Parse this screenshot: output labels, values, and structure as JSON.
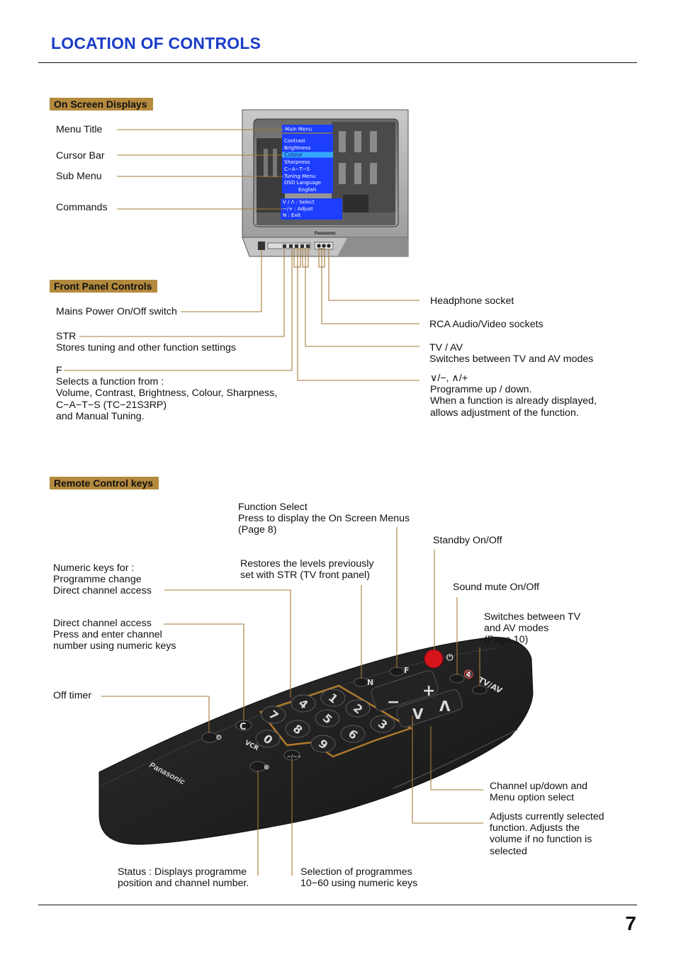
{
  "page_title": "LOCATION OF CONTROLS",
  "page_number": "7",
  "sections": {
    "osd": "On Screen Displays",
    "front": "Front Panel Controls",
    "remote": "Remote Control keys"
  },
  "osd_labels": {
    "menu_title": "Menu Title",
    "cursor_bar": "Cursor Bar",
    "sub_menu": "Sub Menu",
    "commands": "Commands"
  },
  "tv_screen": {
    "menu_title": "Main Menu",
    "items": [
      "Contrast",
      "Brightness",
      "Colour",
      "Sharpness",
      "C−A−T−S",
      "Tuning Menu",
      "OSD Language",
      "English"
    ],
    "commands": [
      "V / Λ :  Select",
      "−/+  :  Adjust",
      "N    :  Exit"
    ],
    "brand": "Panasonic"
  },
  "front_labels": {
    "mains": "Mains Power On/Off switch",
    "str": "STR\nStores tuning and other function settings",
    "f": "F\nSelects a function from :\nVolume, Contrast, Brightness, Colour, Sharpness,\nC−A−T−S (TC−21S3RP)\nand Manual Tuning.",
    "headphone": "Headphone socket",
    "rca": "RCA Audio/Video sockets",
    "tvav": "TV / AV\nSwitches between TV and AV modes",
    "prog": "∨/−, ∧/+\nProgramme up / down.\nWhen a function is already displayed,\nallows adjustment of the function."
  },
  "remote_labels": {
    "function_select": "Function Select\nPress to display the On Screen Menus\n(Page 8)",
    "standby": "Standby On/Off",
    "restores": "Restores the levels previously\nset with STR (TV front panel)",
    "numeric": "Numeric keys for :\nProgramme change\nDirect channel access",
    "sound_mute": "Sound mute On/Off",
    "switch_tvav": "Switches between TV\nand AV modes\n(Page 10)",
    "direct": "Direct channel access\nPress and enter channel\nnumber using numeric keys",
    "off_timer": "Off  timer",
    "channel_updown": "Channel up/down and\nMenu option select",
    "adjusts": "Adjusts currently selected\nfunction. Adjusts the\nvolume if no function is\nselected",
    "status": "Status : Displays programme\nposition and channel number.",
    "selection": "Selection of programmes\n10−60 using numeric keys"
  },
  "remote_keys": {
    "digits": [
      "1",
      "2",
      "3",
      "4",
      "5",
      "6",
      "7",
      "8",
      "9",
      "0"
    ],
    "brand": "Panasonic",
    "tvav": "TV/AV",
    "vcr": "VCR",
    "f": "F",
    "n": "N",
    "plus": "+",
    "minus": "−",
    "up": "Λ",
    "down": "V",
    "dash": "−/−−",
    "c": "C"
  },
  "colors": {
    "title_blue": "#1a3cc8",
    "section_tag": "#b48a3e",
    "leader": "#a77a3a",
    "osd_blue": "#1d3dff",
    "standby_red": "#d6141c"
  }
}
